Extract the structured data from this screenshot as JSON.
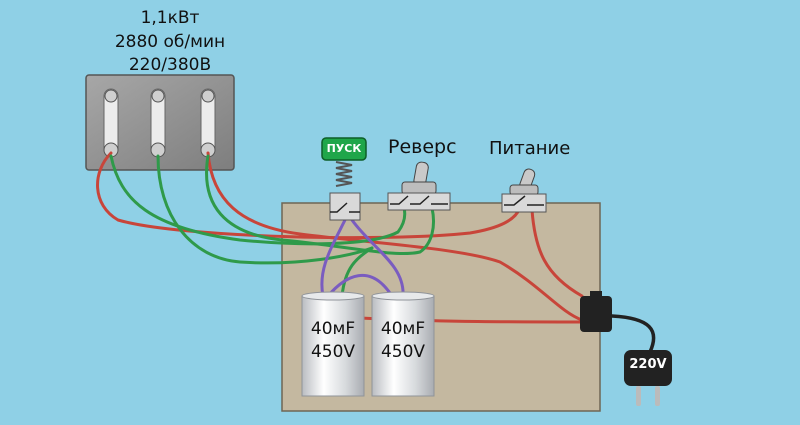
{
  "motor": {
    "power": "1,1кВт",
    "speed": "2880 об/мин",
    "voltage": "220/380В"
  },
  "switches": {
    "start_label": "ПУСК",
    "reverse_label": "Реверс",
    "power_label": "Питание"
  },
  "capacitors": [
    {
      "capacitance": "40мF",
      "voltage": "450V"
    },
    {
      "capacitance": "40мF",
      "voltage": "450V"
    }
  ],
  "plug": {
    "voltage": "220V"
  },
  "colors": {
    "background": "#8fd0e6",
    "box": "#c4b8a0",
    "wire_red": "#c8453a",
    "wire_green": "#2f9a4a",
    "wire_purple": "#7a5cc0",
    "wire_black": "#222222",
    "start_button": "#1fa64a"
  }
}
